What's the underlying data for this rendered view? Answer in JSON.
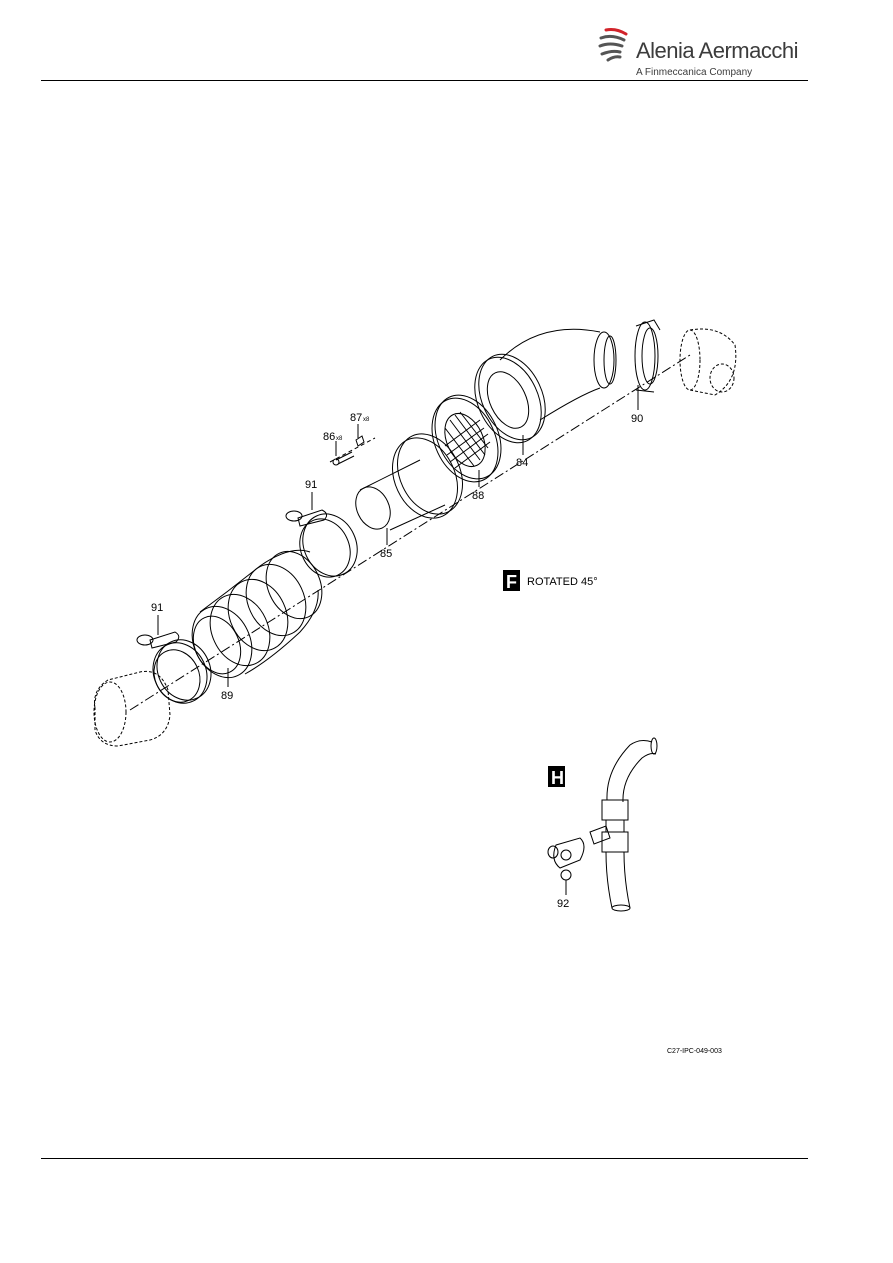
{
  "header": {
    "company_name": "Alenia Aermacchi",
    "company_subtitle": "A Finmeccanica Company",
    "logo_accent_color": "#d2232a"
  },
  "figure": {
    "callouts": {
      "item_84": "84",
      "item_85": "85",
      "item_86": "86",
      "item_86_qty": "x8",
      "item_87": "87",
      "item_87_qty": "x8",
      "item_88": "88",
      "item_89": "89",
      "item_90": "90",
      "item_91_upper": "91",
      "item_91_lower": "91",
      "item_92": "92"
    },
    "view_f": {
      "letter": "F",
      "label": "ROTATED 45°"
    },
    "view_h": {
      "letter": "H"
    },
    "code": "C27-IPC-049-003"
  }
}
